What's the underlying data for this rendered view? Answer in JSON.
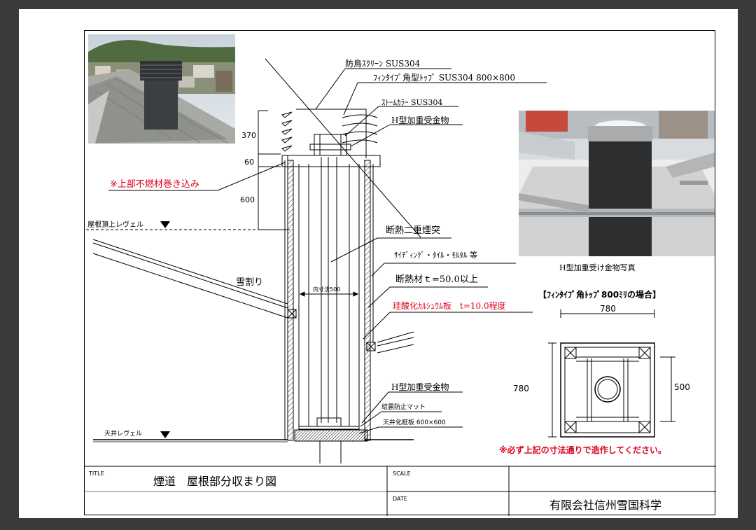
{
  "labels": {
    "screen": "防鳥ｽｸﾘｰﾝ SUS304",
    "top": "ﾌｨﾝﾀｲﾌﾟ角型ﾄｯﾌﾟ SUS304 800×800",
    "storm": "ｽﾄｰﾑｶﾗｰ SUS304",
    "h_bracket_top": "H型加重受金物",
    "nonflammable": "※上部不燃材巻き込み",
    "roof_level": "屋根頂上レヴェル",
    "chimney": "断熱二重煙突",
    "siding": "ｻｲﾃﾞｨﾝｸﾞ・ﾀｲﾙ・ﾓﾙﾀﾙ 等",
    "insulation": "断熱材ｔ=50.0以上",
    "calcium": "珪酸化ｶﾙｼｭｳﾑ板　t=10.0程度",
    "snow_guard": "雪割り",
    "inner": "内寸法500",
    "h_bracket_bottom": "H型加重受金物",
    "condensation": "結露防止マット",
    "ceiling_board": "天井化粧板 600×600",
    "ceiling_level": "天井レヴェル",
    "photo_caption": "H型加重受け金物写真",
    "plan_title": "【ﾌｨﾝﾀｲﾌﾟ角ﾄｯﾌﾟ800ﾐﾘの場合】",
    "notice": "※必ず上記の寸法通りで造作してください。"
  },
  "dimensions": {
    "d370": "370",
    "d60": "60",
    "d600": "600",
    "plan_w": "780",
    "plan_h": "780",
    "plan_inner": "500"
  },
  "title_block": {
    "title_label": "TITLE",
    "title": "煙道　屋根部分収まり図",
    "scale_label": "SCALE",
    "date_label": "DATE",
    "company": "有限会社信州雪国科学"
  },
  "colors": {
    "accent_red": "#e0001b",
    "line": "#000000"
  }
}
